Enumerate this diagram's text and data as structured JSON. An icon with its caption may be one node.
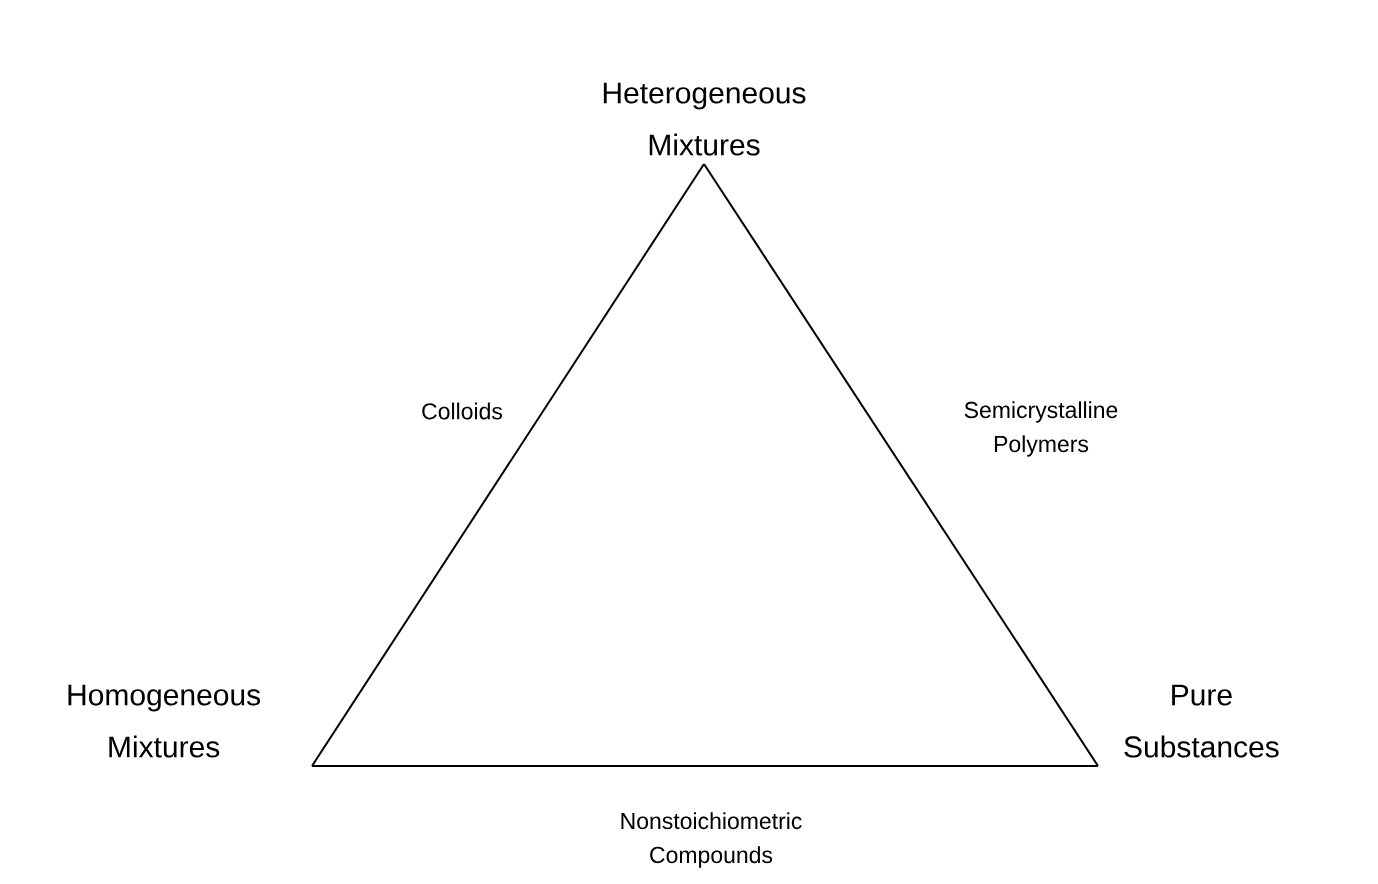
{
  "diagram": {
    "nodes": [
      {
        "text": [
          "Heterogeneous Mixtures"
        ]
      },
      {
        "text": [
          "Homogeneous Mixtures"
        ]
      },
      {
        "text": [
          "Pure Substances"
        ]
      }
    ],
    "edges": [
      {
        "from": 0,
        "to": 1,
        "arrow": "none",
        "label": "Colloids"
      },
      {
        "from": 0,
        "to": 2,
        "arrow": "none",
        "label": "Semicrystalline Polymers"
      },
      {
        "from": 1,
        "to": 2,
        "arrow": "none",
        "label": "Nonstoichiometric Compounds"
      }
    ]
  }
}
